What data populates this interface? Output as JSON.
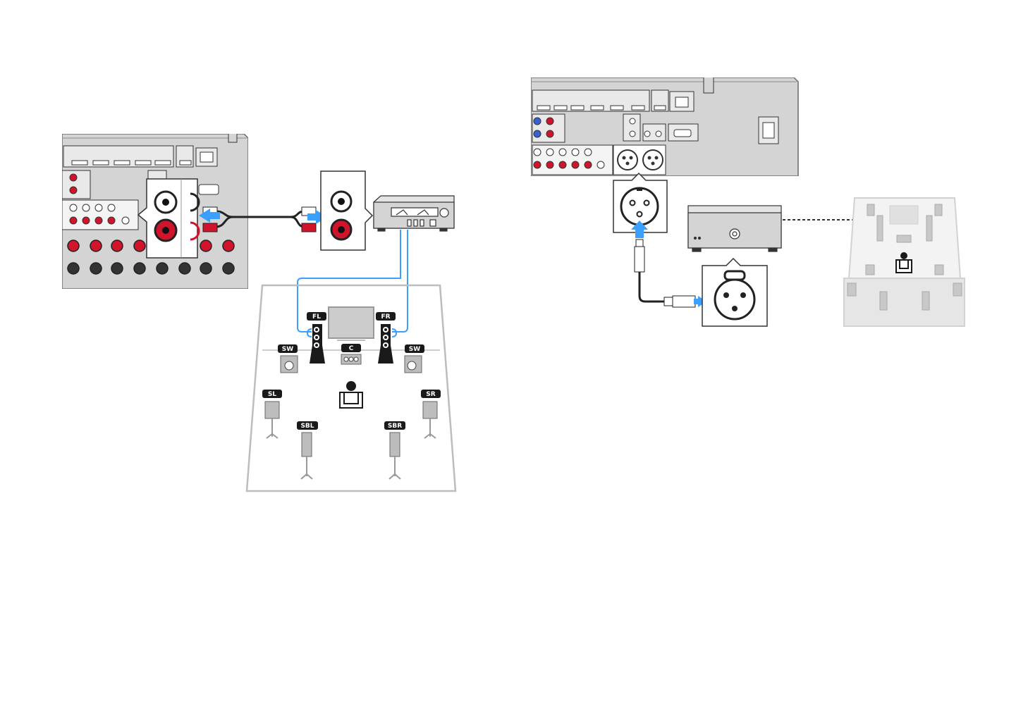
{
  "colors": {
    "panel": "#d4d4d4",
    "panel_stroke": "#6a6a6a",
    "blue_cable": "#3aa0ff",
    "arrow": "#3aa0ff",
    "red_jack": "#d0142c",
    "label_bg": "#1a1a1a",
    "room_line": "#bdbdbd"
  },
  "left_diagram": {
    "front_left_label": "FL",
    "front_right_label": "FR",
    "center_label": "C",
    "subwoofer_left_label": "SW",
    "subwoofer_right_label": "SW",
    "surround_left_label": "SL",
    "surround_right_label": "SR",
    "surround_back_left_label": "SBL",
    "surround_back_right_label": "SBR"
  },
  "right_diagram": {
    "connector_type": "XLR balanced",
    "room_icon": "speaker-layout-thumbnail"
  },
  "icons": [
    "arrow-icon",
    "rca-jack-icon",
    "xlr-male-icon",
    "xlr-female-icon",
    "person-icon",
    "tv-icon"
  ]
}
